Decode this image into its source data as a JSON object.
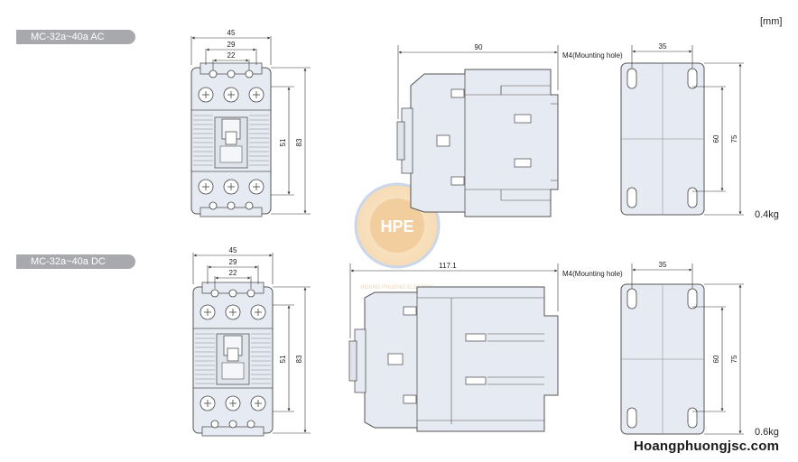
{
  "unit_label": "[mm]",
  "models": {
    "ac": {
      "name": "MC-32a~40a AC",
      "weight": "0.4kg",
      "side_length": "90"
    },
    "dc": {
      "name": "MC-32a~40a DC",
      "weight": "0.6kg",
      "side_length": "117.1"
    }
  },
  "front_dims": {
    "width_outer": "45",
    "width_mid": "29",
    "width_inner": "22",
    "height_total": "83",
    "height_inner": "51"
  },
  "mounting": {
    "label": "M4(Mounting hole)",
    "width": "35",
    "height_inner": "60",
    "height_outer": "75"
  },
  "watermark": {
    "logo": "HPE",
    "text": "HOANG PHUONG ELECTRIC"
  },
  "website": "Hoangphuongjsc.com",
  "colors": {
    "pill": "#a7a9ac",
    "body_fill": "#e6eaf2",
    "line": "#555555",
    "watermark": "#f3c98a"
  }
}
